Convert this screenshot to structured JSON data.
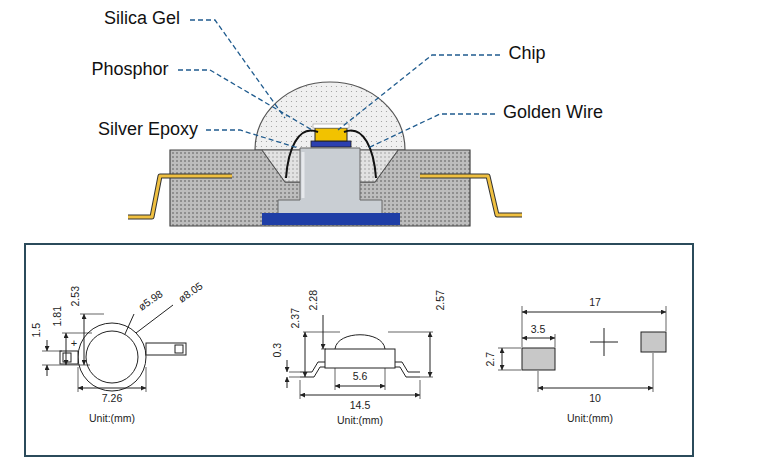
{
  "diagram": {
    "labels": [
      "Silica Gel",
      "Phosphor",
      "Silver Epoxy",
      "Chip",
      "Golden Wire",
      "2.53",
      "1.81",
      "1.5",
      "+",
      "ø5.98",
      "ø8.05",
      "7.26",
      "Unit:(mm)",
      "0.3",
      "2.37",
      "2.28",
      "2.57",
      "5.6",
      "14.5",
      "Unit:(mm)",
      "2.7",
      "3.5",
      "17",
      "10",
      "Unit:(mm)"
    ]
  }
}
